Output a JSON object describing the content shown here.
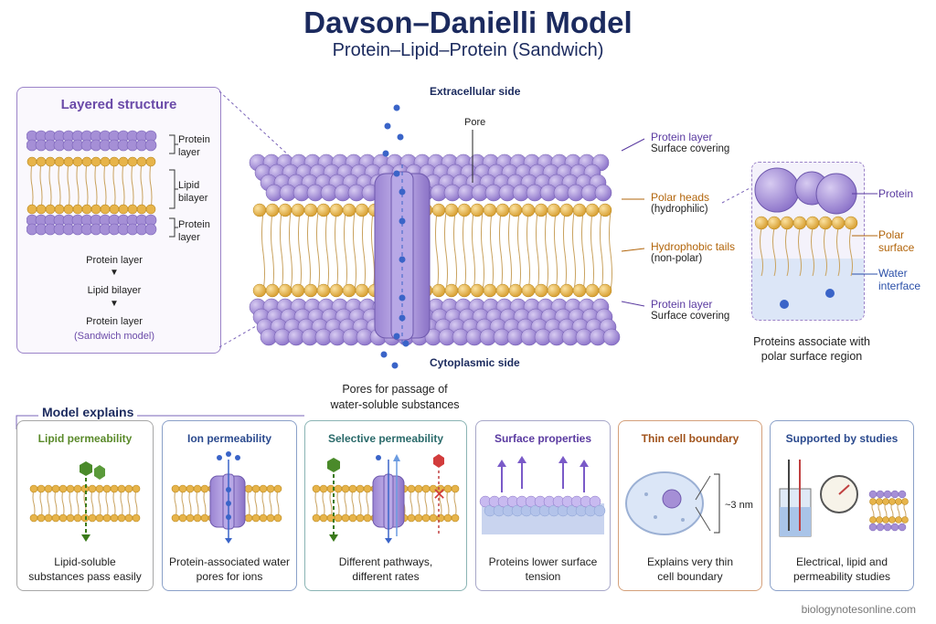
{
  "title": "Davson–Danielli Model",
  "subtitle": "Protein–Lipid–Protein (Sandwich)",
  "layered": {
    "title": "Layered structure",
    "label_protein_top": [
      "Protein",
      "layer"
    ],
    "label_lipid": [
      "Lipid",
      "bilayer"
    ],
    "label_protein_bottom": [
      "Protein",
      "layer"
    ],
    "flow": [
      "Protein layer",
      "Lipid bilayer",
      "Protein layer"
    ],
    "flow_note": "(Sandwich model)"
  },
  "main": {
    "extracellular": "Extracellular side",
    "cytoplasmic": "Cytoplasmic side",
    "pore": "Pore",
    "pores_caption": [
      "Pores for passage of",
      "water-soluble substances"
    ],
    "labels": {
      "protein_top": "Protein layer",
      "protein_top_sub": "Surface covering",
      "polar_heads": "Polar heads",
      "polar_heads_sub": "(hydrophilic)",
      "tails": "Hydrophobic tails",
      "tails_sub": "(non-polar)",
      "protein_bottom": "Protein layer",
      "protein_bottom_sub": "Surface covering"
    }
  },
  "inset": {
    "protein": "Protein",
    "polar_surface": [
      "Polar",
      "surface"
    ],
    "water_interface": [
      "Water",
      "interface"
    ],
    "caption": [
      "Proteins associate with",
      "polar surface region"
    ]
  },
  "model_explains": "Model explains",
  "cards": [
    {
      "title": "Lipid permeability",
      "text": [
        "Lipid-soluble",
        "substances pass easily"
      ],
      "color": "#5a8a2a"
    },
    {
      "title": "Ion permeability",
      "text": [
        "Protein-associated water",
        "pores for ions"
      ],
      "color": "#2b4a8e"
    },
    {
      "title": "Selective permeability",
      "text": [
        "Different pathways,",
        "different rates"
      ],
      "color": "#2a6a6a"
    },
    {
      "title": "Surface properties",
      "text": [
        "Proteins lower surface",
        "tension"
      ],
      "color": "#5a3aa0"
    },
    {
      "title": "Thin cell boundary",
      "text": [
        "Explains very thin",
        "cell boundary"
      ],
      "color": "#a0521a",
      "measure": "~3 nm"
    },
    {
      "title": "Supported by studies",
      "text": [
        "Electrical, lipid and",
        "permeability studies"
      ],
      "color": "#2b4a8e"
    }
  ],
  "watermark": "biologynotesonline.com",
  "colors": {
    "protein": "#a58fd6",
    "protein_dark": "#7a63b8",
    "head": "#e7b44a",
    "tail": "#c9a25e",
    "water": "#4c79d4",
    "title": "#1b2a5e"
  }
}
